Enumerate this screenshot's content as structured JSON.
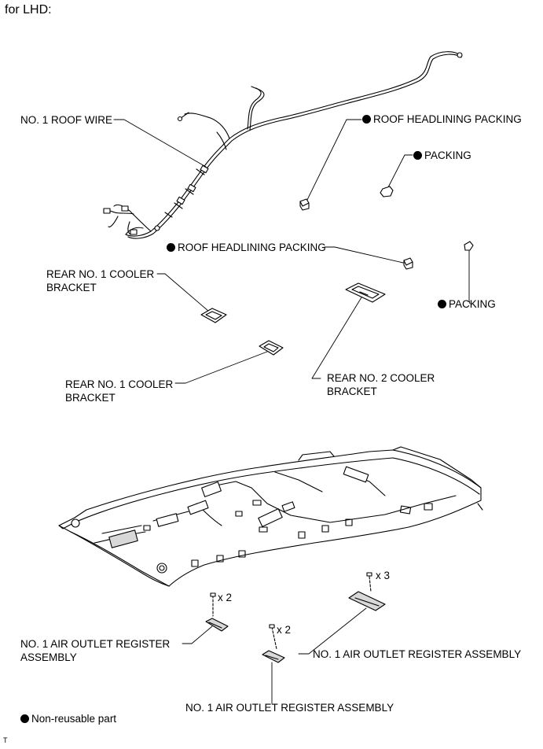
{
  "heading": "for LHD:",
  "labels": {
    "roof_wire": "NO. 1 ROOF WIRE",
    "roof_headlining_packing_1": "ROOF HEADLINING PACKING",
    "packing_1": "PACKING",
    "roof_headlining_packing_2": "ROOF HEADLINING PACKING",
    "rear_cooler_bracket_1_a": "REAR NO. 1 COOLER",
    "rear_cooler_bracket_1_b": "BRACKET",
    "packing_2": "PACKING",
    "rear_cooler_bracket_2_a": "REAR NO. 1 COOLER",
    "rear_cooler_bracket_2_b": "BRACKET",
    "rear_no2_bracket_a": "REAR NO. 2 COOLER",
    "rear_no2_bracket_b": "BRACKET",
    "qty_x2_left": "x 2",
    "qty_x2_mid": "x 2",
    "qty_x3_right": "x 3",
    "air_outlet_left_a": "NO. 1 AIR OUTLET REGISTER",
    "air_outlet_left_b": "ASSEMBLY",
    "air_outlet_right": "NO. 1 AIR OUTLET REGISTER ASSEMBLY",
    "air_outlet_bottom": "NO. 1 AIR OUTLET REGISTER ASSEMBLY"
  },
  "legend": {
    "non_reusable": "Non-reusable part"
  },
  "footer_code": "T",
  "colors": {
    "line": "#000000",
    "part_fill": "#ffffff",
    "part_shade": "#d8d8d8"
  }
}
